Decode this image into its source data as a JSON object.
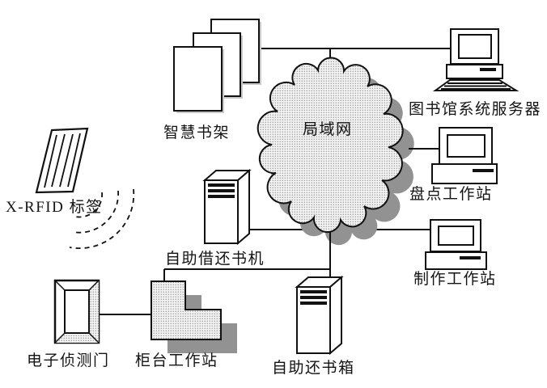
{
  "diagram": {
    "type": "network-topology",
    "nodes": [
      {
        "id": "smart-shelf",
        "label": "智慧书架",
        "shape": "document-stack"
      },
      {
        "id": "lan-cloud",
        "label": "局域网",
        "shape": "cloud"
      },
      {
        "id": "library-server",
        "label": "图书馆系统服务器",
        "shape": "desktop-computer-with-keyboard"
      },
      {
        "id": "inventory-workstation",
        "label": "盘点工作站",
        "shape": "desktop-computer"
      },
      {
        "id": "production-workstation",
        "label": "制作工作站",
        "shape": "desktop-computer"
      },
      {
        "id": "rfid-tag",
        "label": "X-RFID 标签",
        "shape": "slanted-tag-with-stripes"
      },
      {
        "id": "selfcheck-machine",
        "label": "自助借还书机",
        "shape": "tower-unit"
      },
      {
        "id": "detection-gate",
        "label": "电子侦测门",
        "shape": "gate-frame"
      },
      {
        "id": "counter-workstation",
        "label": "柜台工作站",
        "shape": "l-shaped-block"
      },
      {
        "id": "return-box",
        "label": "自助还书箱",
        "shape": "tower-unit"
      }
    ],
    "edges": [
      {
        "from": "smart-shelf",
        "to": "lan-cloud",
        "style": "solid"
      },
      {
        "from": "lan-cloud",
        "to": "library-server",
        "style": "solid"
      },
      {
        "from": "lan-cloud",
        "to": "inventory-workstation",
        "style": "solid"
      },
      {
        "from": "selfcheck-machine",
        "to": "production-workstation",
        "style": "solid"
      },
      {
        "from": "lan-cloud",
        "to": "return-box",
        "style": "solid"
      },
      {
        "from": "lan-cloud",
        "to": "counter-workstation",
        "style": "solid"
      },
      {
        "from": "detection-gate",
        "to": "counter-workstation",
        "style": "solid"
      }
    ],
    "signal_waves": {
      "from": "rfid-tag",
      "style": "dashed-arcs",
      "count": 3
    },
    "colors": {
      "background": "#ffffff",
      "line": "#111111",
      "halftone_dot": "#9a9a9a",
      "halftone_bg": "#f4f4f4",
      "shadow": "#929292"
    }
  }
}
